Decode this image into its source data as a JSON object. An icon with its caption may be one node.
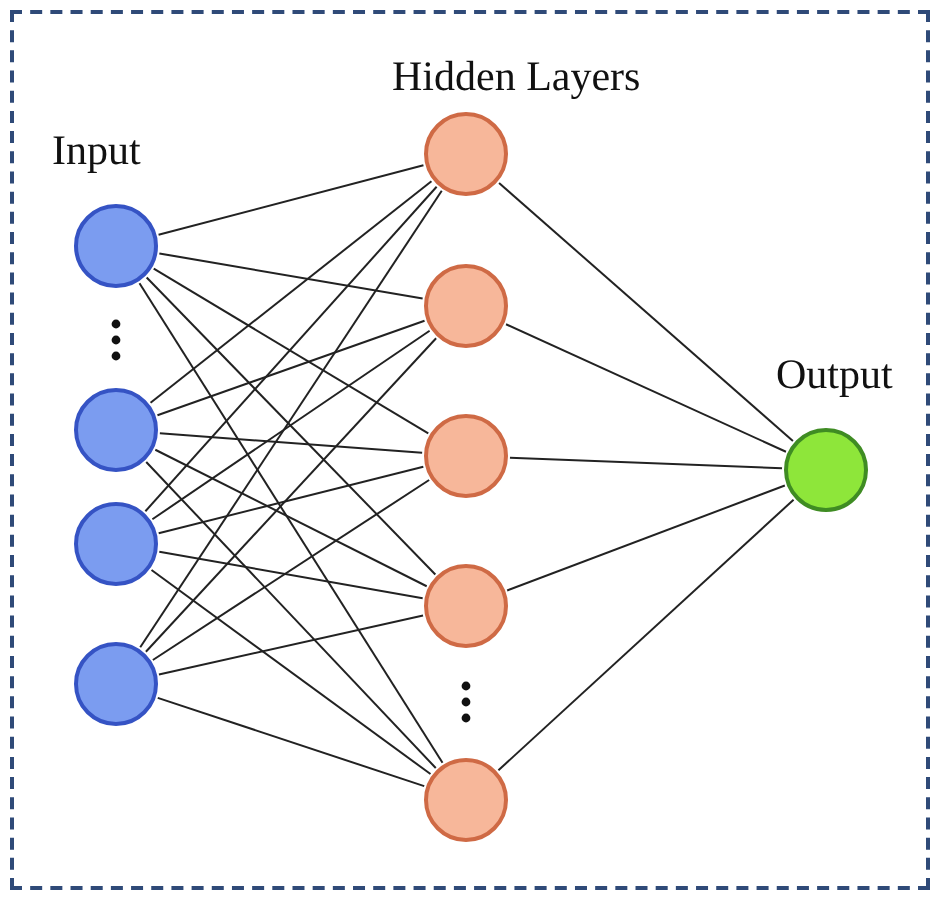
{
  "diagram": {
    "nodes": [
      {
        "text": [],
        "shape": "circle"
      },
      {
        "text": [],
        "shape": "circle"
      },
      {
        "text": [],
        "shape": "circle"
      },
      {
        "text": [],
        "shape": "circle"
      },
      {
        "text": [],
        "shape": "circle"
      },
      {
        "text": [],
        "shape": "circle"
      },
      {
        "text": [],
        "shape": "circle"
      },
      {
        "text": [],
        "shape": "circle"
      },
      {
        "text": [],
        "shape": "circle"
      },
      {
        "text": [],
        "shape": "circle"
      }
    ],
    "edges": [
      {
        "from": 0,
        "to": 4,
        "arrow": "none"
      },
      {
        "from": 0,
        "to": 5,
        "arrow": "none"
      },
      {
        "from": 0,
        "to": 6,
        "arrow": "none"
      },
      {
        "from": 0,
        "to": 7,
        "arrow": "none"
      },
      {
        "from": 0,
        "to": 8,
        "arrow": "none"
      },
      {
        "from": 1,
        "to": 4,
        "arrow": "none"
      },
      {
        "from": 1,
        "to": 5,
        "arrow": "none"
      },
      {
        "from": 1,
        "to": 6,
        "arrow": "none"
      },
      {
        "from": 1,
        "to": 7,
        "arrow": "none"
      },
      {
        "from": 1,
        "to": 8,
        "arrow": "none"
      },
      {
        "from": 2,
        "to": 4,
        "arrow": "none"
      },
      {
        "from": 2,
        "to": 5,
        "arrow": "none"
      },
      {
        "from": 2,
        "to": 6,
        "arrow": "none"
      },
      {
        "from": 2,
        "to": 7,
        "arrow": "none"
      },
      {
        "from": 2,
        "to": 8,
        "arrow": "none"
      },
      {
        "from": 3,
        "to": 4,
        "arrow": "none"
      },
      {
        "from": 3,
        "to": 5,
        "arrow": "none"
      },
      {
        "from": 3,
        "to": 6,
        "arrow": "none"
      },
      {
        "from": 3,
        "to": 7,
        "arrow": "none"
      },
      {
        "from": 3,
        "to": 8,
        "arrow": "none"
      },
      {
        "from": 4,
        "to": 9,
        "arrow": "none"
      },
      {
        "from": 5,
        "to": 9,
        "arrow": "none"
      },
      {
        "from": 6,
        "to": 9,
        "arrow": "none"
      },
      {
        "from": 7,
        "to": 9,
        "arrow": "none"
      },
      {
        "from": 8,
        "to": 9,
        "arrow": "none"
      }
    ],
    "labels": [
      "Hidden Layers",
      "Input",
      "Output"
    ]
  }
}
